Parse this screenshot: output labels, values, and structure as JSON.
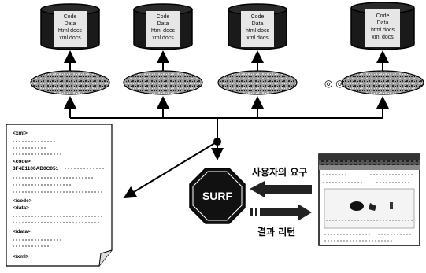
{
  "databases": [
    {
      "lines": [
        "Code",
        "Data",
        "html docs",
        "xml docs"
      ]
    },
    {
      "lines": [
        "Code",
        "Data",
        "html docs",
        "xml docs"
      ]
    },
    {
      "lines": [
        "Code",
        "Data",
        "html docs",
        "xml docs"
      ]
    },
    {
      "lines": [
        "Code",
        "Data",
        "html docs",
        "xml docs"
      ]
    }
  ],
  "ellipsis": "◎ ◎",
  "document": {
    "tags": [
      "<xml>",
      "<code>",
      "3F4E1100AB0C051",
      "</code>",
      "<data>",
      "</data>",
      "</xml>"
    ]
  },
  "surf_label": "SURF",
  "request_label": "사용자의 요구",
  "result_label": "결과 리턴"
}
